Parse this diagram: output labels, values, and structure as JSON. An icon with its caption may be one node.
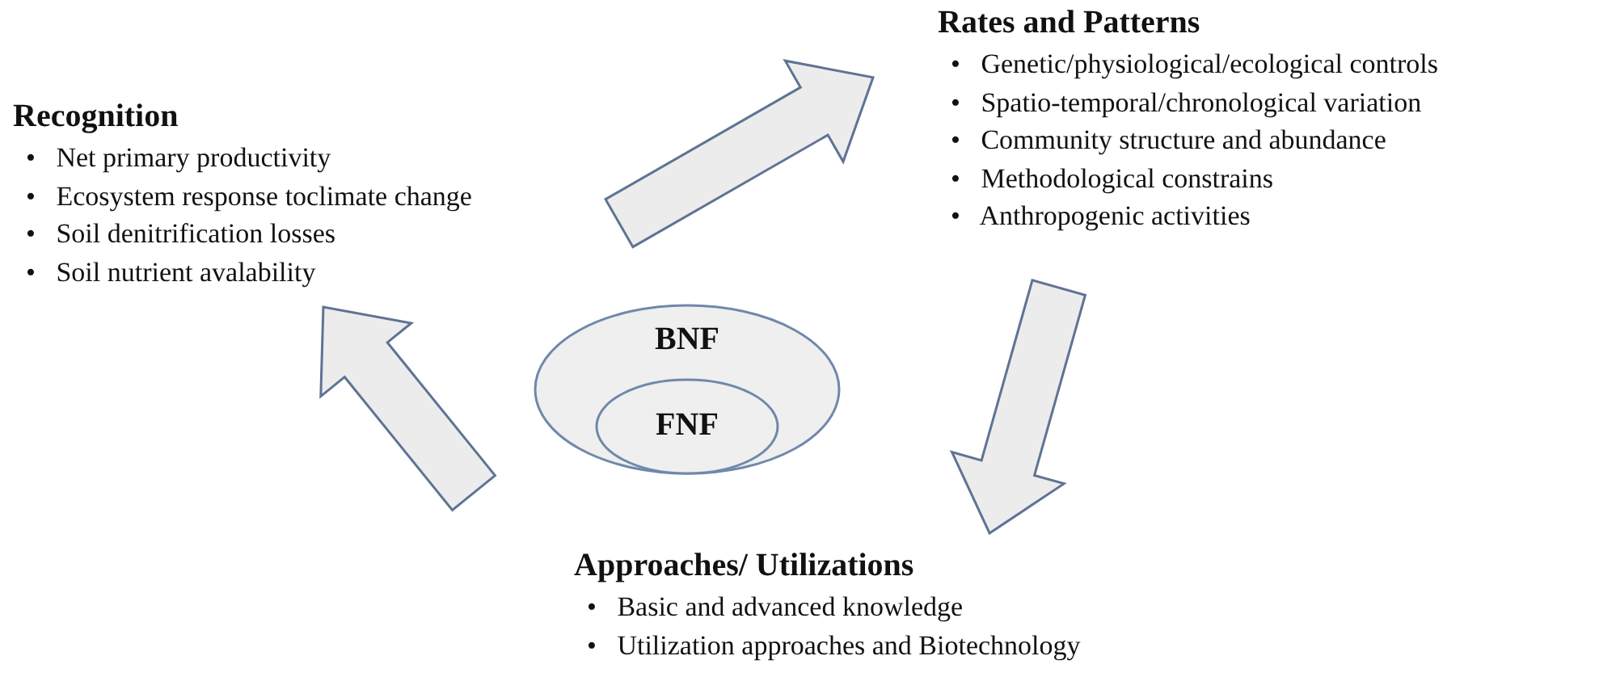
{
  "diagram": {
    "nodes": [
      {
        "text": [
          "Recognition",
          "•   Net primary productivity",
          "•   Ecosystem response toclimate change",
          "•   Soil denitrification losses",
          "•   Soil nutrient avalability"
        ]
      },
      {
        "text": [
          "Rates and Patterns",
          "•   Genetic/physiological/ecological controls",
          "•   Spatio-temporal/chronological variation",
          "•   Community structure and abundance",
          "•   Methodological constrains",
          "•   Anthropogenic activities"
        ]
      },
      {
        "text": [
          "Approaches/ Utilizations",
          "•   Basic and advanced knowledge",
          "•   Utilization approaches and Biotechnology"
        ]
      },
      {
        "text": [
          "BNF"
        ]
      },
      {
        "text": [
          "FNF"
        ],
        "in": 3
      }
    ],
    "edges": [
      {
        "from": 0,
        "to": 1,
        "arrow": "to"
      },
      {
        "from": 1,
        "to": 2,
        "arrow": "to"
      },
      {
        "from": 2,
        "to": 0,
        "arrow": "to"
      }
    ]
  }
}
